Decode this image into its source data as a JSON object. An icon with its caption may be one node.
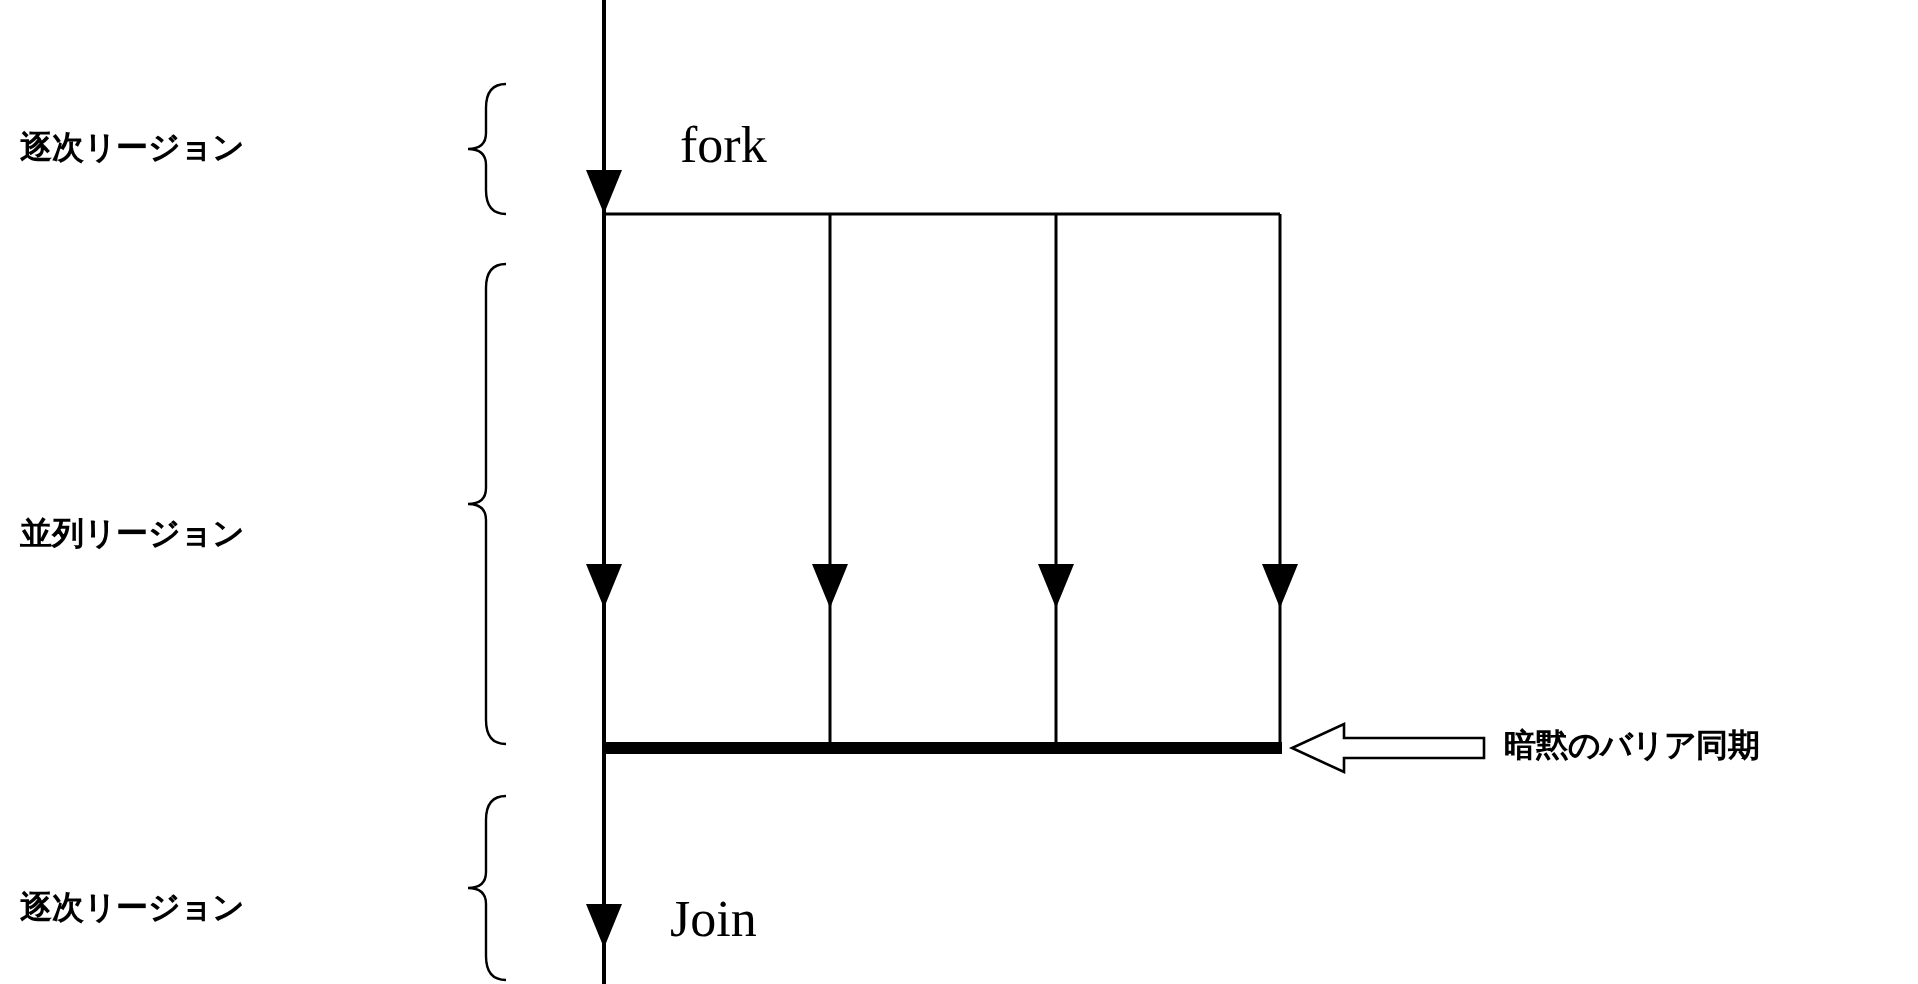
{
  "diagram": {
    "nodes": [
      {
        "text": [
          "暗黙のバリア同期"
        ]
      },
      {
        "text": [],
        "shape": "bar"
      }
    ],
    "edges": [
      {
        "from": 0,
        "to": 1,
        "arrow": "to"
      }
    ],
    "labels": [
      "逐次リージョン",
      "fork",
      "並列リージョン",
      "Join",
      "逐次リージョン"
    ]
  }
}
